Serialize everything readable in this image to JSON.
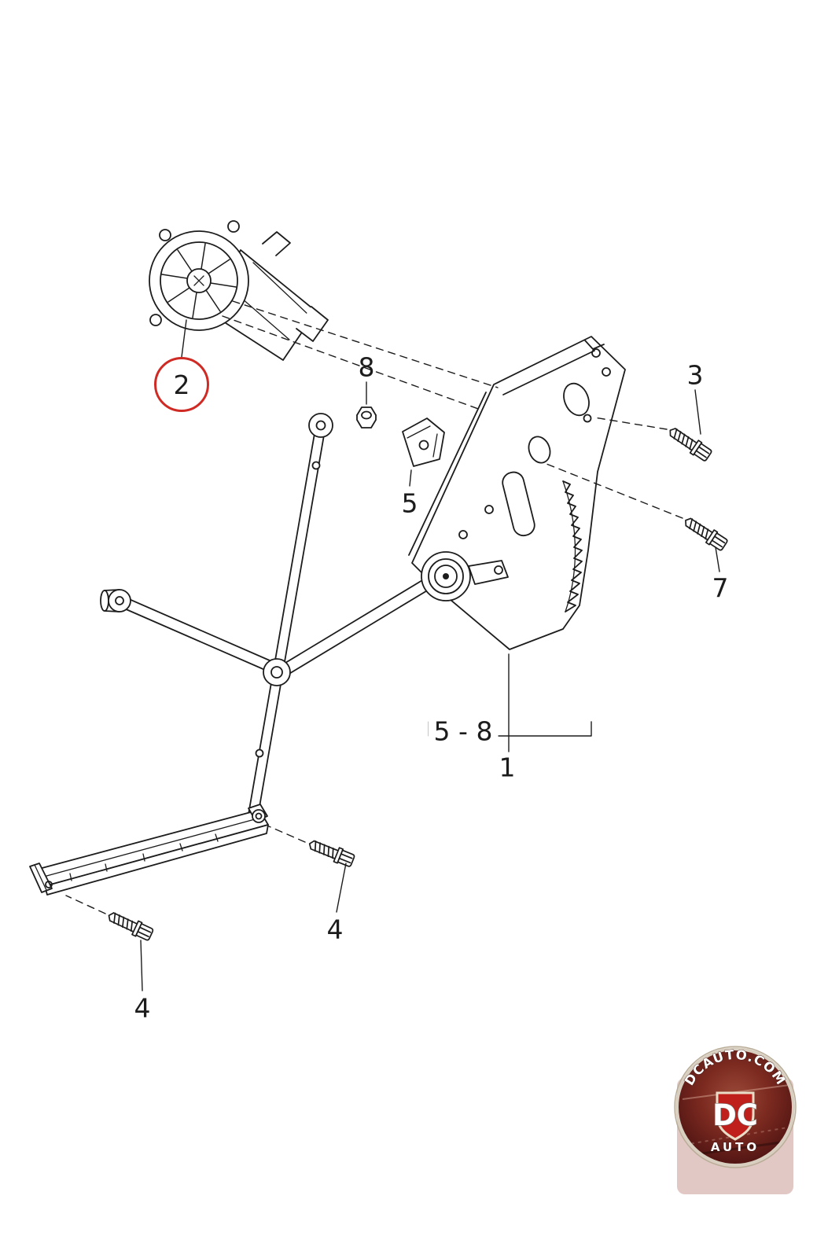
{
  "diagram": {
    "callouts": {
      "c1": "1",
      "c2": "2",
      "c3": "3",
      "c4_left": "4",
      "c4_right": "4",
      "c5": "5",
      "c7": "7",
      "c8": "8"
    },
    "group_range": "5 - 8",
    "colors": {
      "line": "#1c1c1c",
      "highlight_circle": "#cf2a24"
    }
  },
  "logo": {
    "site": "DCAUTO.COM",
    "monogram": "DC",
    "word": "AUTO",
    "colors": {
      "shield": "#c0201c",
      "ring": "#d8cfc0"
    }
  }
}
